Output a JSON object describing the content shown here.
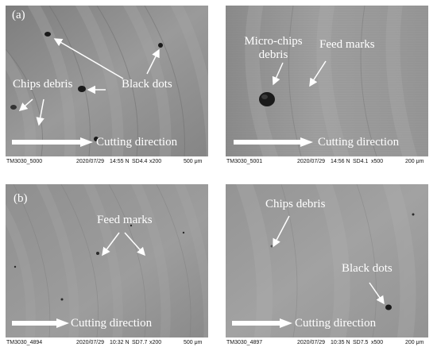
{
  "panels": [
    {
      "label": "(a)",
      "annotations": [
        "Chips debris",
        "Black dots"
      ],
      "direction": "Cutting direction",
      "footer": {
        "id": "TM3030_5000",
        "date": "2020/07/29",
        "time": "14:55 N",
        "sd": "SD4.4",
        "mag": "x200",
        "scale": "500 μm"
      }
    },
    {
      "label": "",
      "annotations": [
        "Micro-chips debris",
        "Feed marks"
      ],
      "direction": "Cutting direction",
      "footer": {
        "id": "TM3030_5001",
        "date": "2020/07/29",
        "time": "14:56 N",
        "sd": "SD4.1",
        "mag": "x500",
        "scale": "200 μm"
      }
    },
    {
      "label": "(b)",
      "annotations": [
        "Feed marks"
      ],
      "direction": "Cutting direction",
      "footer": {
        "id": "TM3030_4894",
        "date": "2020/07/29",
        "time": "10:32 N",
        "sd": "SD7.7",
        "mag": "x200",
        "scale": "500 μm"
      }
    },
    {
      "label": "",
      "annotations": [
        "Chips debris",
        "Black dots"
      ],
      "direction": "Cutting direction",
      "footer": {
        "id": "TM3030_4897",
        "date": "2020/07/29",
        "time": "10:35 N",
        "sd": "SD7.5",
        "mag": "x500",
        "scale": "200 μm"
      }
    }
  ],
  "colors": {
    "surface_a": "#8a8a8a",
    "surface_b": "#8c8c8c",
    "annotation": "#ffffff",
    "black_dot": "#1a1a1a"
  }
}
